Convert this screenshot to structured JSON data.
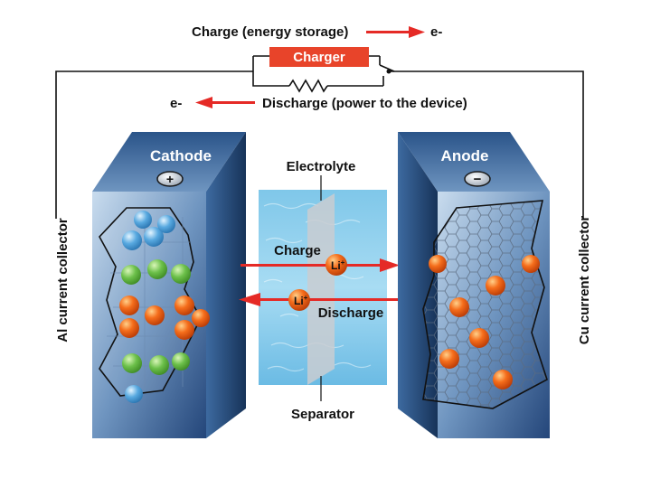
{
  "circuit": {
    "charge_label": "Charge (energy storage)",
    "discharge_label": "Discharge (power to the device)",
    "electron_label": "e-",
    "charger_label": "Charger"
  },
  "cathode": {
    "title": "Cathode",
    "terminal_sign": "+",
    "collector_label": "Al current collector"
  },
  "anode": {
    "title": "Anode",
    "terminal_sign": "−",
    "collector_label": "Cu current collector"
  },
  "middle": {
    "electrolyte_label": "Electrolyte",
    "separator_label": "Separator",
    "charge_label": "Charge",
    "discharge_label": "Discharge",
    "ion_label": "Li",
    "ion_charge": "+"
  },
  "colors": {
    "arrow_red": "#e52a26",
    "charger_box": "#e8442a",
    "block_dark": "#1f3b63",
    "block_light": "#a9c7e2",
    "lithium_orange": "#f25a12",
    "cathode_blue_sphere": "#58a9e0",
    "cathode_green_sphere": "#6cc04a"
  }
}
